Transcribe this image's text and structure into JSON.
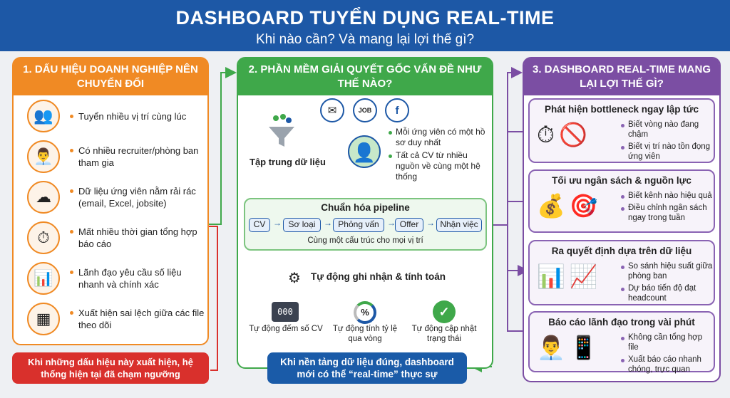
{
  "header": {
    "title": "DASHBOARD TUYỂN DỤNG REAL-TIME",
    "subtitle": "Khi nào cần? Và mang lại lợi thế gì?"
  },
  "section1": {
    "title": "1. DẤU HIỆU DOANH NGHIỆP NÊN CHUYỂN ĐỔI",
    "items": [
      {
        "icon": "team-icon",
        "glyph": "👥",
        "text": "Tuyển nhiều vị trí cùng lúc"
      },
      {
        "icon": "recruiters-icon",
        "glyph": "👨‍💼",
        "text": "Có nhiều recruiter/phòng ban tham gia"
      },
      {
        "icon": "cloud-documents-icon",
        "glyph": "☁",
        "text": "Dữ liệu ứng viên nằm rải rác (email, Excel, jobsite)"
      },
      {
        "icon": "clock-gear-icon",
        "glyph": "⏱",
        "text": "Mất nhiều thời gian tổng hợp báo cáo"
      },
      {
        "icon": "leader-chart-icon",
        "glyph": "📊",
        "text": "Lãnh đạo yêu cầu số liệu nhanh và chính xác"
      },
      {
        "icon": "spreadsheet-error-icon",
        "glyph": "▦",
        "text": "Xuất hiện sai lệch giữa các file theo dõi"
      }
    ],
    "footer": "Khi những dấu hiệu này xuất hiện, hệ thống hiện tại đã chạm ngưỡng"
  },
  "section2": {
    "title": "2. PHẦN MỀM GIẢI QUYẾT GỐC VẤN ĐỀ NHƯ THẾ NÀO?",
    "sources": [
      {
        "icon": "email-icon",
        "glyph": "✉"
      },
      {
        "icon": "job-site-icon",
        "label": "JOB"
      },
      {
        "icon": "facebook-icon",
        "label": "f"
      }
    ],
    "centralize_label": "Tập trung dữ liệu",
    "bullets": [
      "Mỗi ứng viên có một hồ sơ duy nhất",
      "Tất cả CV từ nhiều nguồn về cùng một hệ thống"
    ],
    "pipeline": {
      "title": "Chuẩn hóa pipeline",
      "stages": [
        "CV",
        "Sơ loại",
        "Phỏng vấn",
        "Offer",
        "Nhận việc"
      ],
      "arrow": "→",
      "caption": "Cùng một cấu trúc cho mọi vị trí"
    },
    "auto_title": "Tự động ghi nhận & tính toán",
    "auto_items": [
      {
        "icon": "counter-icon",
        "glyph": "000",
        "text": "Tự động đếm số CV"
      },
      {
        "icon": "percent-icon",
        "glyph": "%",
        "text": "Tự động tính tỷ lệ qua vòng"
      },
      {
        "icon": "check-icon",
        "glyph": "✓",
        "text": "Tự động cập nhật trạng thái"
      }
    ],
    "footer": "Khi nền tảng dữ liệu đúng, dashboard mới có thể “real-time” thực sự"
  },
  "section3": {
    "title": "3. DASHBOARD REAL-TIME MANG LẠI LỢI THẾ GÌ?",
    "cards": [
      {
        "title": "Phát hiện bottleneck ngay lập tức",
        "icons": "⏱🚫",
        "bullets": [
          "Biết vòng nào đang chậm",
          "Biết vị trí nào tồn đọng ứng viên"
        ]
      },
      {
        "title": "Tối ưu ngân sách & nguồn lực",
        "icons": "💰🎯",
        "bullets": [
          "Biết kênh nào hiệu quả",
          "Điều chỉnh ngân sách ngay trong tuần"
        ]
      },
      {
        "title": "Ra quyết định dựa trên dữ liệu",
        "icons": "📊📈",
        "bullets": [
          "So sánh hiệu suất giữa phòng ban",
          "Dự báo tiến độ đạt headcount"
        ]
      },
      {
        "title": "Báo cáo lãnh đạo trong vài phút",
        "icons": "👨‍💼📱",
        "bullets": [
          "Không cần tổng hợp file",
          "Xuất báo cáo nhanh chóng, trực quan"
        ]
      }
    ]
  },
  "colors": {
    "header": "#1d58a6",
    "orange": "#f08a24",
    "green": "#3fa84a",
    "purple": "#7b4ea3",
    "red": "#d9302c",
    "blue": "#1a5ba8"
  }
}
